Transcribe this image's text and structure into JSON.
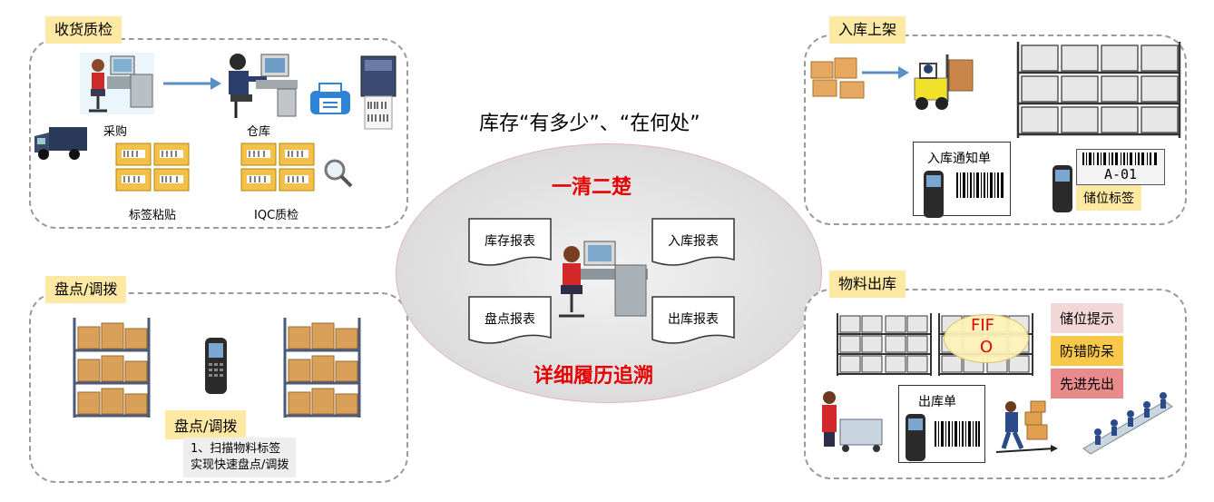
{
  "receiving": {
    "title": "收货质检",
    "purchase_label": "采购",
    "warehouse_label": "仓库",
    "labeling_label": "标签粘贴",
    "iqc_label": "IQC质检"
  },
  "putaway": {
    "title": "入库上架",
    "inbound_notice_label": "入库通知单",
    "location_label": "储位标签",
    "rack_code": "A-01"
  },
  "inventory": {
    "title": "盘点/调拨",
    "subtitle": "盘点/调拨",
    "note_line1": "1、扫描物料标签",
    "note_line2": "实现快速盘点/调拨"
  },
  "outbound": {
    "title": "物料出库",
    "fifo_line1": "FIF",
    "fifo_line2": "O",
    "outbound_order_label": "出库单",
    "badges": [
      {
        "label": "储位提示",
        "color": "#f2d7d7"
      },
      {
        "label": "防错防呆",
        "color": "#f7c84a"
      },
      {
        "label": "先进先出",
        "color": "#e98b8b"
      }
    ]
  },
  "center": {
    "headline": "库存“有多少”、“在何处”",
    "highlight_top": "一清二楚",
    "highlight_bottom": "详细履历追溯",
    "reports": {
      "stock": "库存报表",
      "inbound": "入库报表",
      "count": "盘点报表",
      "outbound": "出库报表"
    },
    "accent_color": "#e60000"
  }
}
